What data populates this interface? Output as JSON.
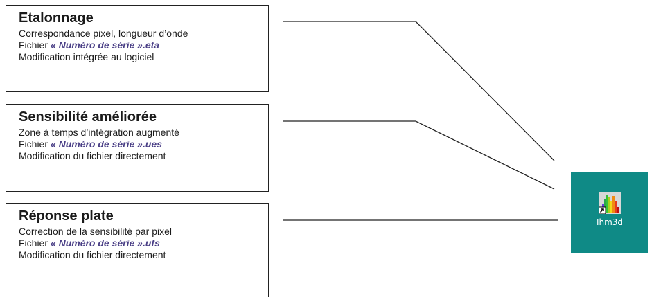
{
  "boxes": [
    {
      "title": "Etalonnage",
      "line1": "Correspondance pixel, longueur d’onde",
      "file_prefix": "Fichier ",
      "file_name": "« Numéro de série ».eta",
      "line3": "Modification intégrée au logiciel"
    },
    {
      "title": "Sensibilité améliorée",
      "line1": "Zone à temps d’intégration augmenté",
      "file_prefix": "Fichier ",
      "file_name": "« Numéro de série ».ues",
      "line3": "Modification du fichier directement"
    },
    {
      "title": "Réponse plate",
      "line1": "Correction de la sensibilité par pixel",
      "file_prefix": "Fichier ",
      "file_name": "« Numéro de série ».ufs",
      "line3": "Modification du fichier directement"
    }
  ],
  "app_icon": {
    "label": "Ihm3d",
    "icon": "spectrum-shortcut-icon",
    "background_color": "#0f8a86"
  },
  "colors": {
    "file_name": "#4a3f86",
    "border": "#222222",
    "connector": "#222222"
  }
}
